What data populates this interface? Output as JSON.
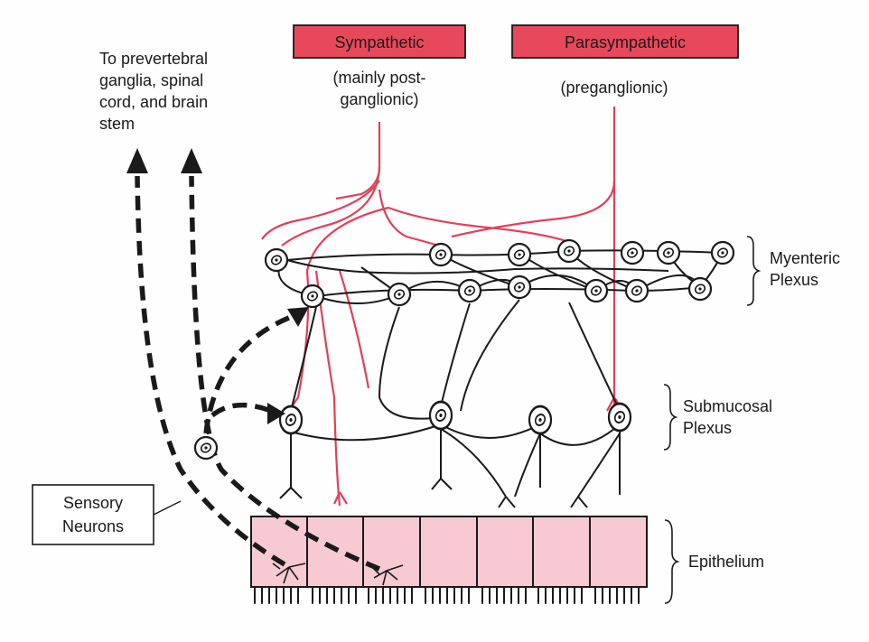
{
  "labels": {
    "sympathetic": "Sympathetic",
    "sympathetic_sub": [
      "(mainly post-",
      "ganglionic)"
    ],
    "parasympathetic": "Parasympathetic",
    "parasympathetic_sub": "(preganglionic)",
    "afferent_target": [
      "To prevertebral",
      "ganglia, spinal",
      "cord, and brain",
      "stem"
    ],
    "sensory_neurons": [
      "Sensory",
      "Neurons"
    ],
    "myenteric": [
      "Myenteric",
      "Plexus"
    ],
    "submucosal": [
      "Submucosal",
      "Plexus"
    ],
    "epithelium": "Epithelium"
  },
  "colors": {
    "autonomic_fill": "#e8495a",
    "autonomic_nerve": "#e0405a",
    "epithelium_fill": "#f7c9d3",
    "neuron_line": "#1a1a1a"
  }
}
